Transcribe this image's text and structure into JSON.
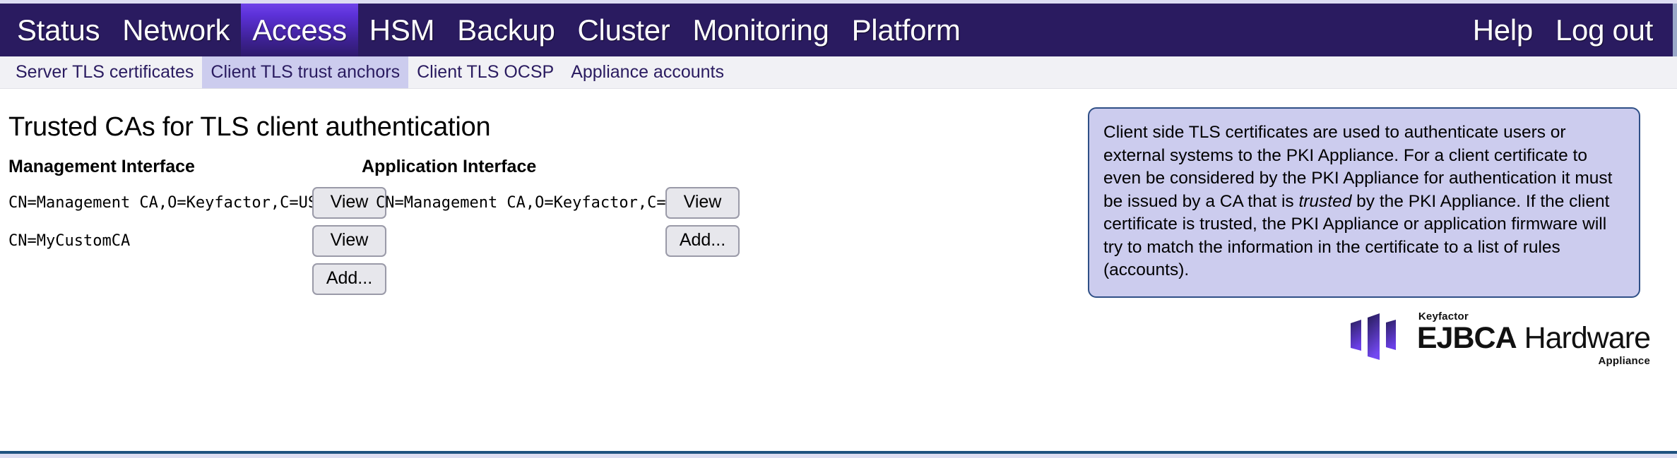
{
  "top_nav": {
    "items": [
      {
        "label": "Status",
        "active": false
      },
      {
        "label": "Network",
        "active": false
      },
      {
        "label": "Access",
        "active": true
      },
      {
        "label": "HSM",
        "active": false
      },
      {
        "label": "Backup",
        "active": false
      },
      {
        "label": "Cluster",
        "active": false
      },
      {
        "label": "Monitoring",
        "active": false
      },
      {
        "label": "Platform",
        "active": false
      }
    ],
    "right_items": [
      {
        "label": "Help"
      },
      {
        "label": "Log out"
      }
    ]
  },
  "sub_nav": {
    "items": [
      {
        "label": "Server TLS certificates",
        "active": false
      },
      {
        "label": "Client TLS trust anchors",
        "active": true
      },
      {
        "label": "Client TLS OCSP",
        "active": false
      },
      {
        "label": "Appliance accounts",
        "active": false
      }
    ]
  },
  "main": {
    "title": "Trusted CAs for TLS client authentication",
    "management_interface": {
      "heading": "Management Interface",
      "rows": [
        {
          "dn": "CN=Management CA,O=Keyfactor,C=US",
          "button": "View"
        },
        {
          "dn": "CN=MyCustomCA",
          "button": "View"
        }
      ],
      "add_button": "Add..."
    },
    "application_interface": {
      "heading": "Application Interface",
      "rows": [
        {
          "dn": "CN=Management CA,O=Keyfactor,C=US",
          "button": "View"
        }
      ],
      "add_button": "Add..."
    }
  },
  "info_box": {
    "part1": "Client side TLS certificates are used to authenticate users or external systems to the PKI Appliance. For a client certificate to even be considered by the PKI Appliance for authentication it must be issued by a CA that is ",
    "emphasis": "trusted",
    "part2": " by the PKI Appliance. If the client certificate is trusted, the PKI Appliance or application firmware will try to match the information in the certificate to a list of rules (accounts)."
  },
  "logo": {
    "brand": "Keyfactor",
    "product_bold": "EJBCA",
    "product_light": "Hardware",
    "subtitle": "Appliance"
  },
  "colors": {
    "nav_background": "#2a1b60",
    "nav_active_top": "#6f43e8",
    "subnav_background": "#f1f1f5",
    "subnav_active": "#ccccee",
    "info_box_fill": "#ccccee",
    "info_box_border": "#2f4f86",
    "bottom_rule": "#1f5280",
    "button_face": "#e7e7ec",
    "button_border": "#9a9aa8"
  }
}
